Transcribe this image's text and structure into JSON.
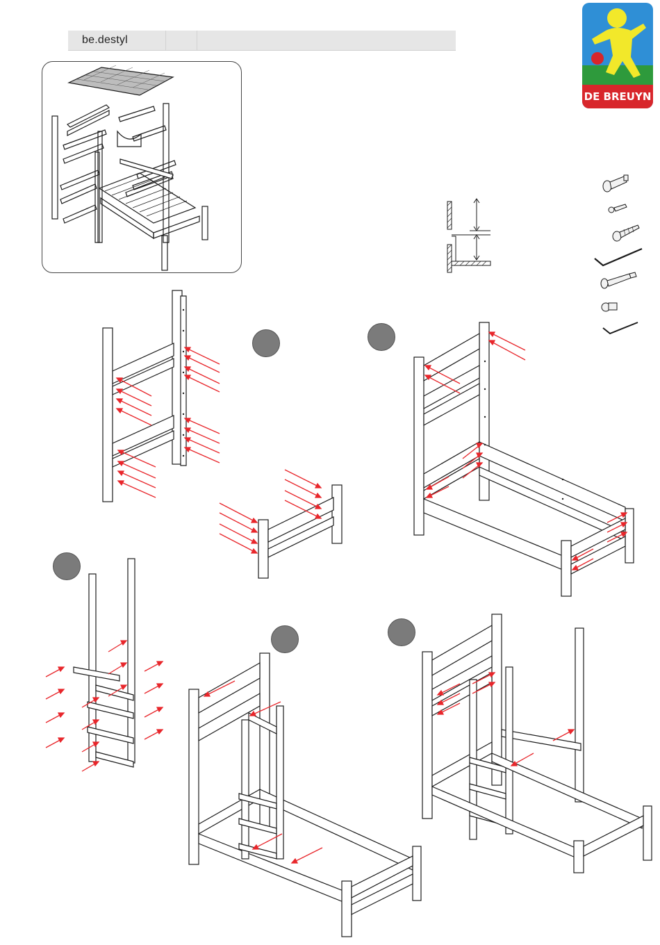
{
  "header": {
    "title": "be.destyl"
  },
  "brand": {
    "logo_text": "DE BREUYN",
    "colors": {
      "sky": "#2f8fd6",
      "grass": "#2e9a3c",
      "figure": "#f2e82a",
      "ball": "#d8262b",
      "band": "#d8262b"
    }
  },
  "colors": {
    "arrow": "#e8262b",
    "line": "#1a1a1a",
    "badge": "#7b7b7b"
  },
  "steps": [
    {
      "id": "step-2",
      "icon": "step-badge"
    },
    {
      "id": "step-3",
      "icon": "step-badge"
    },
    {
      "id": "step-4",
      "icon": "step-badge"
    },
    {
      "id": "step-5",
      "icon": "step-badge"
    },
    {
      "id": "step-6",
      "icon": "step-badge"
    }
  ],
  "hardware": [
    {
      "name": "sleeve-bolt-icon"
    },
    {
      "name": "small-screw-icon"
    },
    {
      "name": "wood-screw-icon"
    },
    {
      "name": "hex-key-large-icon"
    },
    {
      "name": "long-bolt-icon"
    },
    {
      "name": "barrel-nut-icon"
    },
    {
      "name": "hex-key-small-icon"
    }
  ]
}
